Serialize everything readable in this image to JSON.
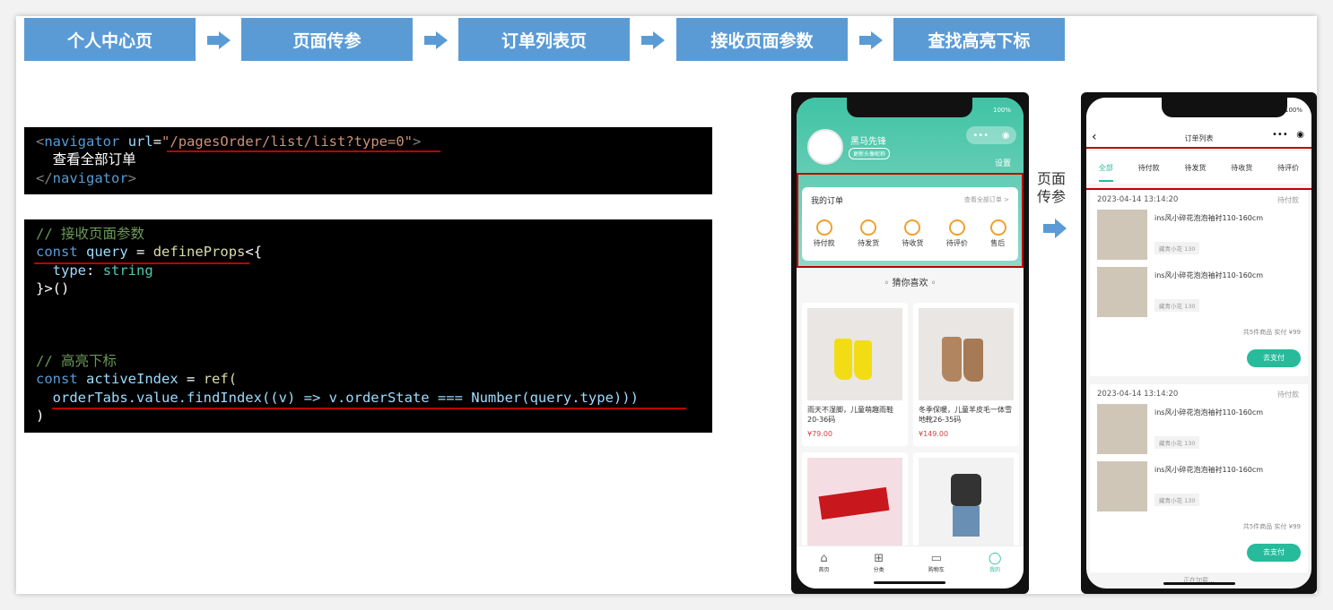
{
  "flow": [
    "个人中心页",
    "页面传参",
    "订单列表页",
    "接收页面参数",
    "查找高亮下标"
  ],
  "code1": {
    "open_tag": "navigator",
    "attr": "url",
    "url_value": "\"/pagesOrder/list/list?type=0\"",
    "text": "查看全部订单",
    "close_tag": "navigator"
  },
  "code2": {
    "comment1": "// 接收页面参数",
    "kw_const": "const",
    "var_query": "query",
    "fn_define": "defineProps",
    "prop_type": "type",
    "type_string": "string",
    "comment2": "// 高亮下标",
    "var_active": "activeIndex",
    "fn_ref": "ref(",
    "line_find": "orderTabs.value.findIndex((v) => v.orderState === Number(query.type)))"
  },
  "middle_label": [
    "页面",
    "传参"
  ],
  "phone1": {
    "battery": "100%",
    "username": "黑马先锋",
    "badge": "更新头像昵称",
    "settings": "设置",
    "orders_title": "我的订单",
    "orders_all": "查看全部订单 >",
    "order_icons": [
      "待付款",
      "待发货",
      "待收货",
      "待评价",
      "售后"
    ],
    "guess": "猜你喜欢",
    "products": [
      {
        "name": "雨天不湿脚，儿童萌趣雨鞋20-36码",
        "price": "¥79.00"
      },
      {
        "name": "冬季保暖，儿童羊皮毛一体雪地靴26-35码",
        "price": "¥149.00"
      }
    ],
    "tabbar": [
      "首页",
      "分类",
      "购物车",
      "我的"
    ]
  },
  "phone2": {
    "battery": "100%",
    "title": "订单列表",
    "tabs": [
      "全部",
      "待付款",
      "待发货",
      "待收货",
      "待评价"
    ],
    "orders": [
      {
        "time": "2023-04-14 13:14:20",
        "status": "待付款",
        "items": [
          {
            "name": "ins风小碎花泡泡袖衬110-160cm",
            "sku": "藏青小花 130"
          },
          {
            "name": "ins风小碎花泡泡袖衬110-160cm",
            "sku": "藏青小花 130"
          }
        ],
        "summary": "共5件商品  实付 ¥99",
        "pay": "去支付"
      },
      {
        "time": "2023-04-14 13:14:20",
        "status": "待付款",
        "items": [
          {
            "name": "ins风小碎花泡泡袖衬110-160cm",
            "sku": "藏青小花 130"
          },
          {
            "name": "ins风小碎花泡泡袖衬110-160cm",
            "sku": "藏青小花 130"
          }
        ],
        "summary": "共5件商品  实付 ¥99",
        "pay": "去支付"
      }
    ],
    "footer": "正在加载..."
  }
}
